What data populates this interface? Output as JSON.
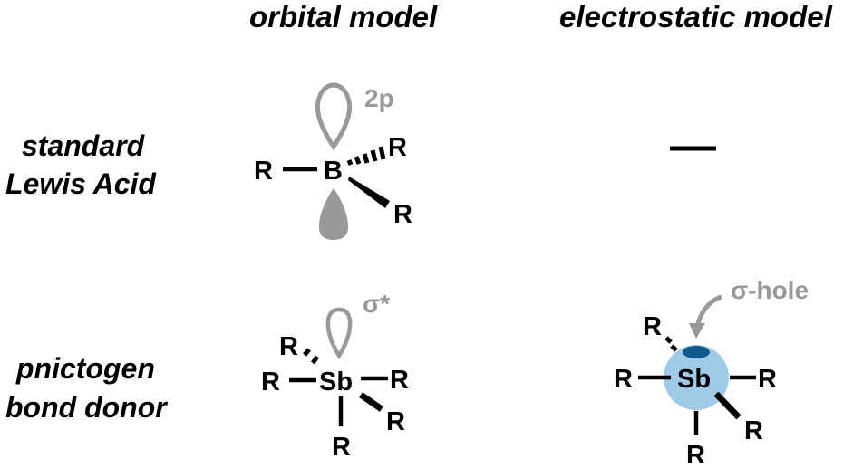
{
  "column_headers": {
    "orbital": "orbital model",
    "electrostatic": "electrostatic model"
  },
  "row_labels": {
    "lewis_acid": [
      "standard",
      "Lewis Acid"
    ],
    "pnictogen": [
      "pnictogen",
      "bond donor"
    ]
  },
  "boron": {
    "central_atom": "B",
    "substituent": "R",
    "orbital_label": "2p"
  },
  "antimony_orbital": {
    "central_atom": "Sb",
    "substituent": "R",
    "orbital_label": "σ*"
  },
  "antimony_electrostatic": {
    "central_atom": "Sb",
    "substituent": "R",
    "hole_label": "σ-hole"
  },
  "lewis_acid_electrostatic": "—",
  "colors": {
    "orbital_gray": "#999999",
    "sphere_blue": "#9fcbe8",
    "sigma_hole_blue": "#0e5a8a",
    "bond_black": "#000000"
  }
}
